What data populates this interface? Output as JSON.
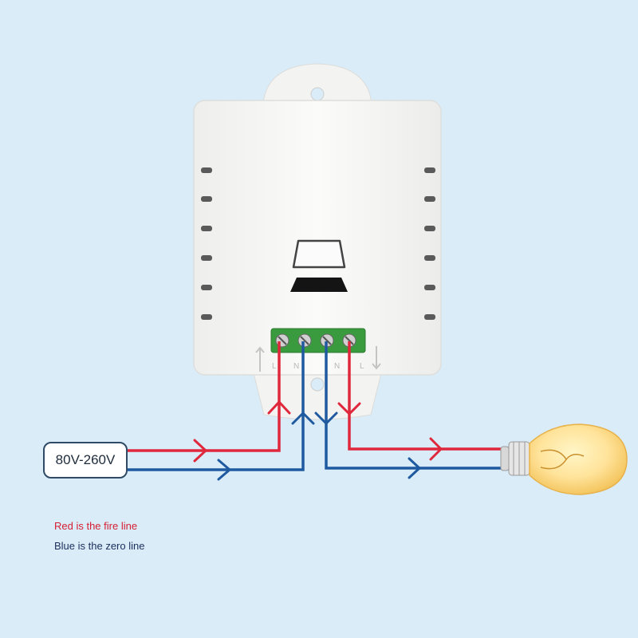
{
  "supply": {
    "voltage_label": "80V-260V"
  },
  "terminals": [
    "L",
    "N",
    "N",
    "L"
  ],
  "legend": {
    "red_text": "Red is the fire line",
    "blue_text": "Blue is the zero line"
  },
  "colors": {
    "fire_line": "#e0283c",
    "zero_line": "#1f5aa0",
    "background": "#d9ecf8",
    "device_body": "#f6f6f4",
    "terminal_block": "#3a9a3e",
    "bulb_glow": "#ffe39a"
  },
  "icons": [
    "light-bulb-icon",
    "wall-mount-tab",
    "terminal-screw-icon",
    "arrow-icon"
  ]
}
